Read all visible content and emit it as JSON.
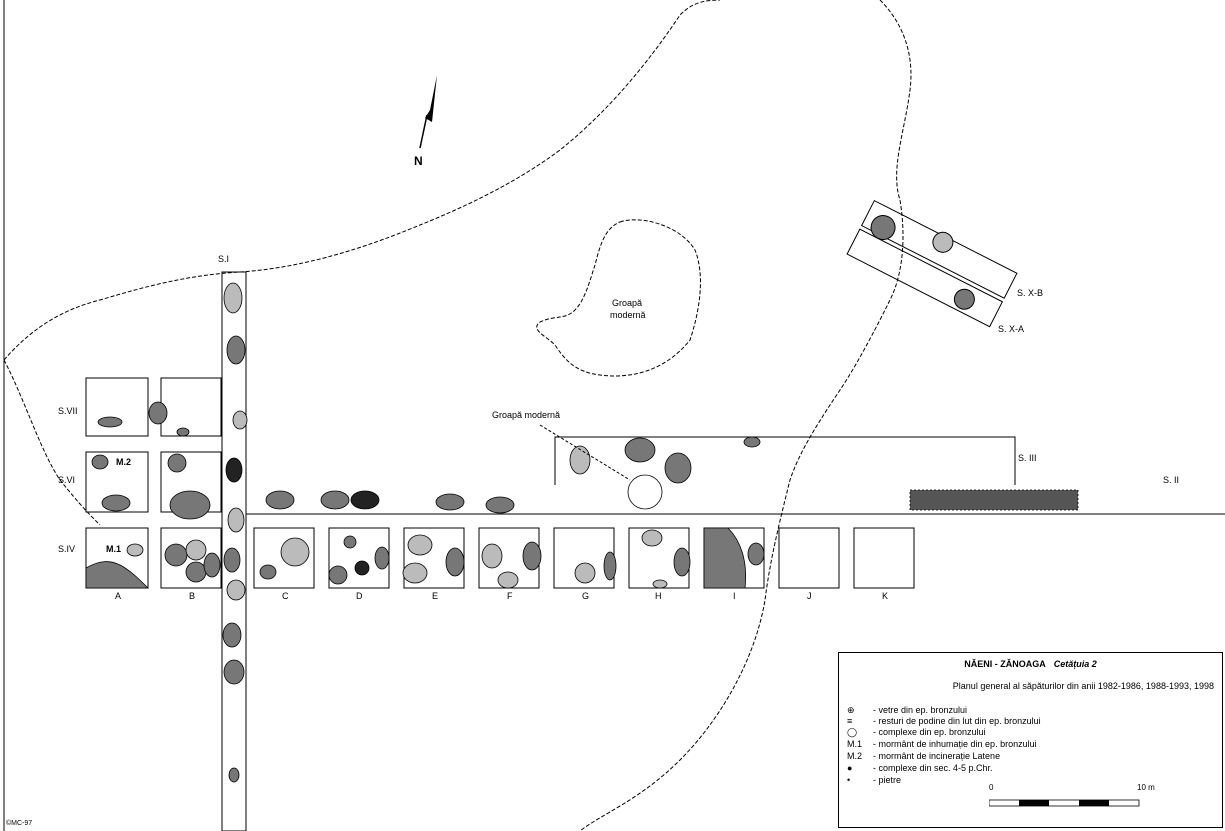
{
  "map": {
    "north_label": "N",
    "labels": {
      "s1": "S.I",
      "s2": "S. II",
      "s3": "S. III",
      "s4": "S.IV",
      "s6": "S.VI",
      "s7": "S.VII",
      "sxb": "S. X-B",
      "sxa": "S. X-A",
      "m2": "M.2",
      "m1": "M.1",
      "pit1": "Groapă modernă",
      "pit2_line1": "Groapă",
      "pit2_line2": "modernă"
    },
    "squares": [
      "A",
      "B",
      "C",
      "D",
      "E",
      "F",
      "G",
      "H",
      "I",
      "J",
      "K"
    ],
    "credit": "©MC-97"
  },
  "legend": {
    "title": "NĂENI - ZĂNOAGA",
    "title_italic": "Cetățuia 2",
    "subtitle": "Planul general al săpăturilor din anii 1982-1986, 1988-1993, 1998",
    "items": [
      {
        "symbol": "⊕",
        "label": "- vetre din ep. bronzului"
      },
      {
        "symbol": "≡",
        "label": "- resturi de podine din lut din ep. bronzului"
      },
      {
        "symbol": "◯",
        "label": "- complexe din ep. bronzului"
      },
      {
        "symbol": "M.1",
        "label": "- mormânt de inhumație din ep. bronzului"
      },
      {
        "symbol": "M.2",
        "label": "- mormânt de incinerație Latene"
      },
      {
        "symbol": "●",
        "label": "- complexe din sec. 4-5 p.Chr."
      },
      {
        "symbol": "•",
        "label": "- pietre"
      }
    ],
    "scale_start": "0",
    "scale_end": "10 m"
  }
}
